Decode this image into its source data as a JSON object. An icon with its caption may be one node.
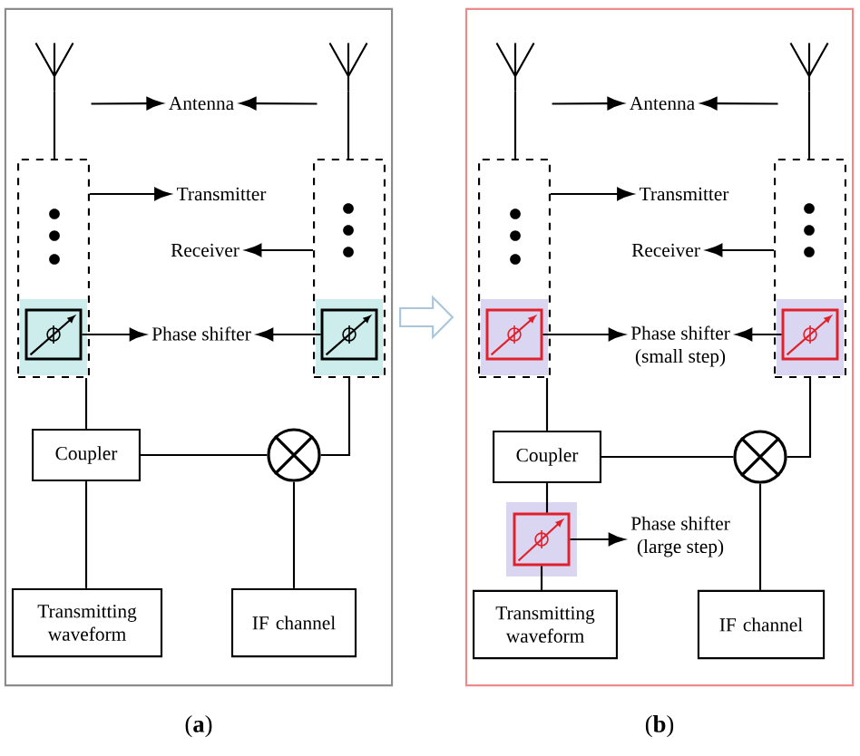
{
  "diagram": {
    "nodes": [
      {
        "text": [],
        "shape": "box",
        "beside": [
          "(**a**)"
        ]
      },
      {
        "text": [],
        "shape": "antenna",
        "in": 0
      },
      {
        "text": [],
        "shape": "antenna",
        "in": 0
      },
      {
        "text": [
          "Antenna"
        ],
        "in": 0
      },
      {
        "text": [],
        "shape": "box",
        "in": 0
      },
      {
        "text": [],
        "shape": "box",
        "in": 0
      },
      {
        "text": [
          "Transmitter"
        ],
        "in": 0
      },
      {
        "text": [
          "Receiver"
        ],
        "in": 0
      },
      {
        "text": [],
        "shape": "box",
        "in": 4
      },
      {
        "text": [],
        "shape": "box",
        "in": 5
      },
      {
        "text": [
          "Phase shifter"
        ],
        "in": 0
      },
      {
        "text": [
          "Coupler"
        ],
        "in": 0
      },
      {
        "text": [],
        "shape": "circle",
        "in": 0
      },
      {
        "text": [
          "Transmitting waveform"
        ],
        "in": 0
      },
      {
        "text": [
          "IF channel"
        ],
        "in": 0
      },
      {
        "text": [],
        "shape": "box",
        "beside": [
          "(**b**)"
        ]
      },
      {
        "text": [],
        "shape": "antenna",
        "in": 15
      },
      {
        "text": [],
        "shape": "antenna",
        "in": 15
      },
      {
        "text": [
          "Antenna"
        ],
        "in": 15
      },
      {
        "text": [],
        "shape": "box",
        "in": 15
      },
      {
        "text": [],
        "shape": "box",
        "in": 15
      },
      {
        "text": [
          "Transmitter"
        ],
        "in": 15
      },
      {
        "text": [
          "Receiver"
        ],
        "in": 15
      },
      {
        "text": [],
        "shape": "box",
        "in": 19
      },
      {
        "text": [],
        "shape": "box",
        "in": 20
      },
      {
        "text": [
          "Phase shifter",
          "(small step)"
        ],
        "in": 15
      },
      {
        "text": [
          "Coupler"
        ],
        "in": 15
      },
      {
        "text": [],
        "shape": "circle",
        "in": 15
      },
      {
        "text": [],
        "shape": "box",
        "in": 15
      },
      {
        "text": [
          "Phase shifter",
          "(large step)"
        ],
        "in": 15
      },
      {
        "text": [
          "Transmitting waveform"
        ],
        "in": 15
      },
      {
        "text": [
          "IF channel"
        ],
        "in": 15
      }
    ],
    "edges": [
      {
        "from": 1,
        "to": 4,
        "arrow": "none"
      },
      {
        "from": 2,
        "to": 5,
        "arrow": "none"
      },
      {
        "from": 1,
        "to": 3,
        "arrow": "to"
      },
      {
        "from": 2,
        "to": 3,
        "arrow": "to"
      },
      {
        "from": 4,
        "to": 6,
        "arrow": "to"
      },
      {
        "from": 5,
        "to": 7,
        "arrow": "to"
      },
      {
        "from": 8,
        "to": 10,
        "arrow": "to"
      },
      {
        "from": 9,
        "to": 10,
        "arrow": "to"
      },
      {
        "from": 4,
        "to": 11,
        "arrow": "none"
      },
      {
        "from": 11,
        "to": 12,
        "arrow": "none"
      },
      {
        "from": 12,
        "to": 5,
        "arrow": "none"
      },
      {
        "from": 11,
        "to": 13,
        "arrow": "none"
      },
      {
        "from": 12,
        "to": 14,
        "arrow": "none"
      },
      {
        "from": 0,
        "to": 15,
        "arrow": "to",
        "color": "#a9c6dc"
      },
      {
        "from": 16,
        "to": 19,
        "arrow": "none"
      },
      {
        "from": 17,
        "to": 20,
        "arrow": "none"
      },
      {
        "from": 16,
        "to": 18,
        "arrow": "to"
      },
      {
        "from": 17,
        "to": 18,
        "arrow": "to"
      },
      {
        "from": 19,
        "to": 21,
        "arrow": "to"
      },
      {
        "from": 20,
        "to": 22,
        "arrow": "to"
      },
      {
        "from": 23,
        "to": 25,
        "arrow": "to"
      },
      {
        "from": 24,
        "to": 25,
        "arrow": "to"
      },
      {
        "from": 19,
        "to": 26,
        "arrow": "none"
      },
      {
        "from": 26,
        "to": 27,
        "arrow": "none"
      },
      {
        "from": 27,
        "to": 20,
        "arrow": "none"
      },
      {
        "from": 26,
        "to": 28,
        "arrow": "none"
      },
      {
        "from": 28,
        "to": 30,
        "arrow": "none"
      },
      {
        "from": 28,
        "to": 29,
        "arrow": "to"
      },
      {
        "from": 27,
        "to": 31,
        "arrow": "none"
      }
    ]
  }
}
